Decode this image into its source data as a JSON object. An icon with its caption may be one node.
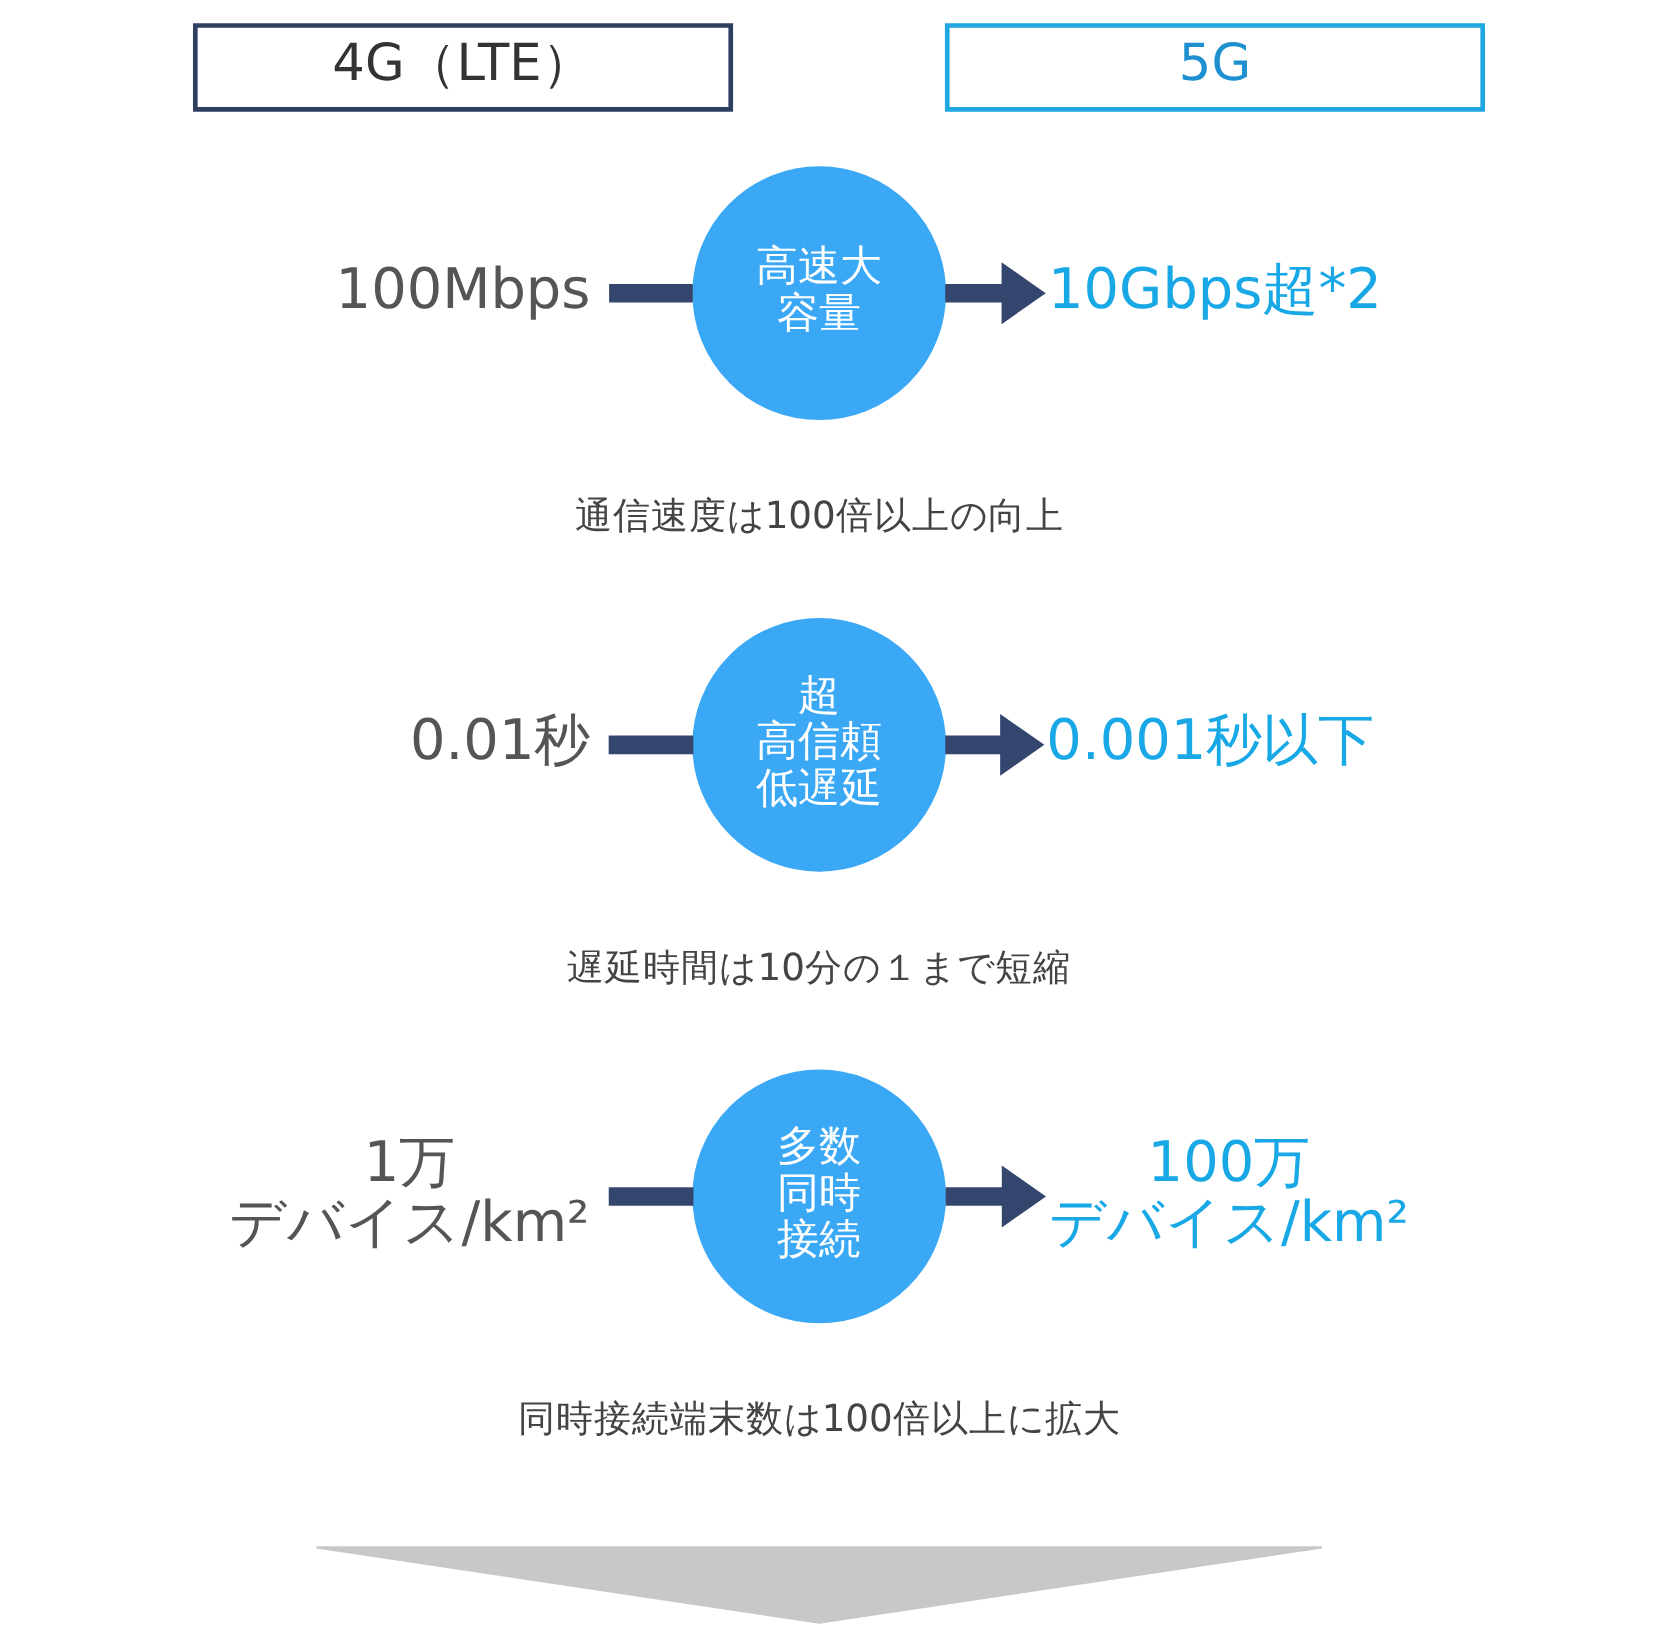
{
  "diagram": {
    "nodes": [
      {
        "text": [
          "4G（LTE）"
        ]
      },
      {
        "text": [
          "5G"
        ]
      },
      {
        "text": [
          "100Mbps"
        ]
      },
      {
        "text": [
          "高速大容量"
        ]
      },
      {
        "text": [
          "10Gbps超*2"
        ]
      },
      {
        "text": [
          "0.01秒"
        ]
      },
      {
        "text": [
          "超高信頼低遅延"
        ]
      },
      {
        "text": [
          "0.001秒以下"
        ]
      },
      {
        "text": [
          "1万",
          "デバイス/km²"
        ]
      },
      {
        "text": [
          "多数同時接続"
        ]
      },
      {
        "text": [
          "100万",
          "デバイス/km²"
        ]
      },
      {
        "text": [],
        "shape": "triangle"
      }
    ],
    "edges": [
      {
        "from": 2,
        "to": 3,
        "arrow": "none"
      },
      {
        "from": 3,
        "to": 4,
        "arrow": "to"
      },
      {
        "from": 5,
        "to": 6,
        "arrow": "none"
      },
      {
        "from": 6,
        "to": 7,
        "arrow": "to"
      },
      {
        "from": 8,
        "to": 9,
        "arrow": "none"
      },
      {
        "from": 9,
        "to": 10,
        "arrow": "to"
      }
    ],
    "labels": [
      "通信速度は100倍以上の向上",
      "遅延時間は10分の１まで短縮",
      "同時接続端末数は100倍以上に拡大"
    ]
  }
}
